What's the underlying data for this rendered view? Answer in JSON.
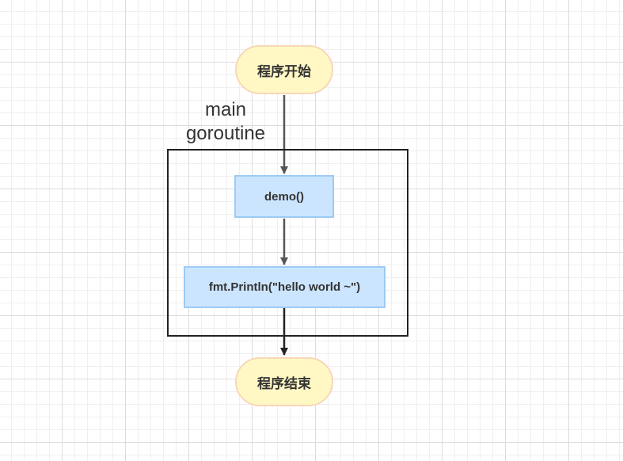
{
  "diagram": {
    "container": {
      "label_line1": "main",
      "label_line2": "goroutine"
    },
    "nodes": {
      "start": "程序开始",
      "demo": "demo()",
      "print": "fmt.Println(\"hello world ~\")",
      "end": "程序结束"
    },
    "colors": {
      "terminal_fill": "#fff8c4",
      "terminal_border": "#f8d7b8",
      "process_fill": "#cce5ff",
      "process_border": "#9ccbf5",
      "arrow": "#555555",
      "container_border": "#222222"
    }
  }
}
